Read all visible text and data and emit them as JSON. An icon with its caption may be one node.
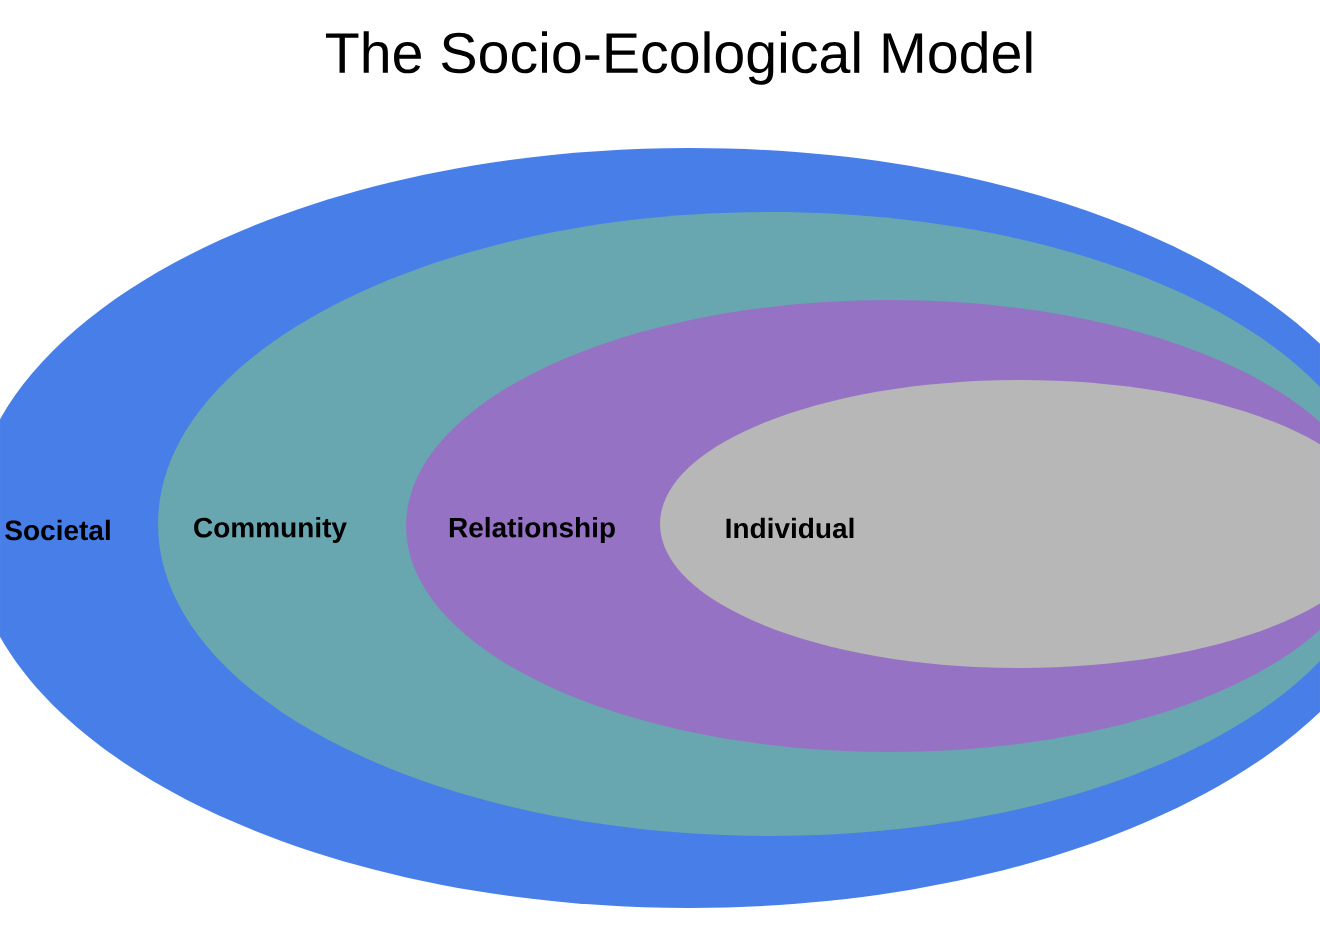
{
  "diagram": {
    "title": "The Socio-Ecological Model",
    "nodes": [
      {
        "text": [
          "Societal"
        ]
      },
      {
        "text": [
          "Community"
        ],
        "in": 0
      },
      {
        "text": [
          "Relationship"
        ],
        "in": 1
      },
      {
        "text": [
          "Individual"
        ],
        "in": 2
      }
    ]
  }
}
